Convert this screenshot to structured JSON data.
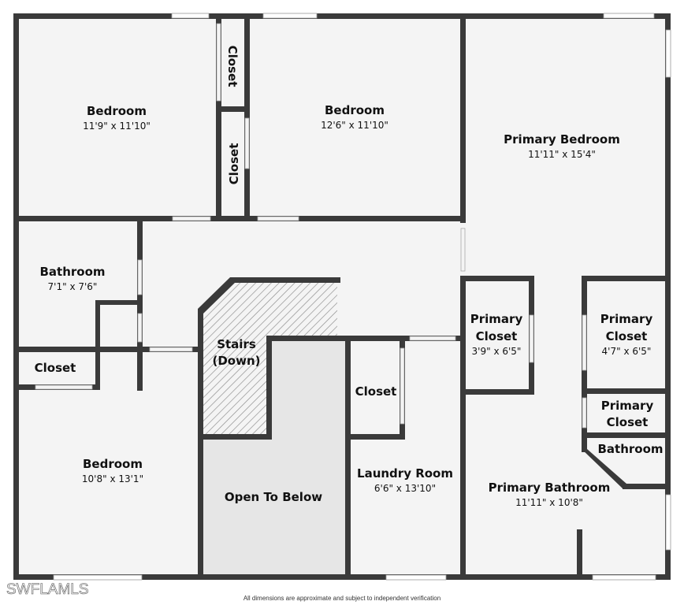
{
  "rooms": [
    {
      "id": "bedroom-1",
      "name": "Bedroom",
      "dims": "11'9\" x 11'10\""
    },
    {
      "id": "bedroom-2",
      "name": "Bedroom",
      "dims": "12'6\" x 11'10\""
    },
    {
      "id": "primary-bedroom",
      "name": "Primary Bedroom",
      "dims": "11'11\" x 15'4\""
    },
    {
      "id": "bathroom",
      "name": "Bathroom",
      "dims": "7'1\" x 7'6\""
    },
    {
      "id": "bedroom-3",
      "name": "Bedroom",
      "dims": "10'8\" x 13'1\""
    },
    {
      "id": "laundry-room",
      "name": "Laundry Room",
      "dims": "6'6\" x 13'10\""
    },
    {
      "id": "primary-closet-1",
      "name_lines": [
        "Primary",
        "Closet"
      ],
      "dims": "3'9\" x 6'5\""
    },
    {
      "id": "primary-closet-2",
      "name_lines": [
        "Primary",
        "Closet"
      ],
      "dims": "4'7\" x 6'5\""
    },
    {
      "id": "primary-closet-3",
      "name_lines": [
        "Primary",
        "Closet"
      ]
    },
    {
      "id": "primary-bathroom",
      "name": "Primary Bathroom",
      "dims": "11'11\" x 10'8\""
    }
  ],
  "labels": {
    "closet_top_1": "Closet",
    "closet_top_2": "Closet",
    "closet_left": "Closet",
    "closet_laundry": "Closet",
    "stairs_line1": "Stairs",
    "stairs_line2": "(Down)",
    "open_to_below": "Open To Below",
    "small_bathroom": "Bathroom"
  },
  "watermark": "SWFLAMLS",
  "disclaimer": "All dimensions are approximate and subject to independent verification",
  "colors": {
    "wall": "#3a3a3a",
    "floor": "#f4f4f4",
    "open_area": "#e6e6e6",
    "stairs_hatch": "#8a8a8a",
    "window": "#ffffff"
  }
}
